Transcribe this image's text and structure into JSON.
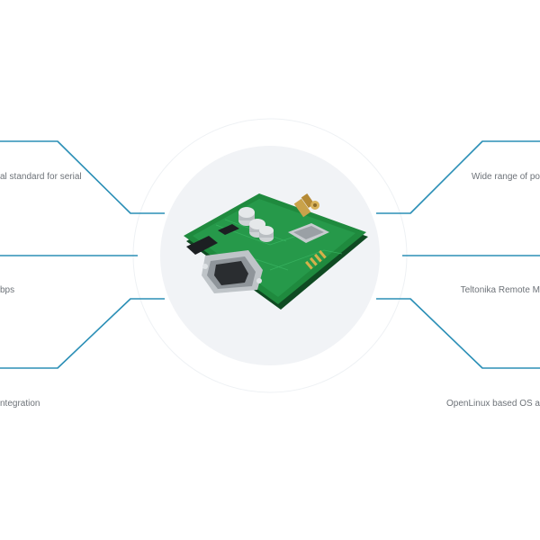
{
  "colors": {
    "connector": "#2b8fb6",
    "label_text": "#6d7278",
    "disc": "#f1f3f6",
    "board_green": "#1e7a3a"
  },
  "center_image": {
    "icon": "gsm-modem-pcb-board"
  },
  "left_labels": [
    {
      "text": "al standard for serial"
    },
    {
      "text": "bps"
    },
    {
      "text": "ntegration"
    }
  ],
  "right_labels": [
    {
      "text": "Wide range of po"
    },
    {
      "text": "Teltonika Remote M"
    },
    {
      "text": "OpenLinux based OS a"
    }
  ]
}
